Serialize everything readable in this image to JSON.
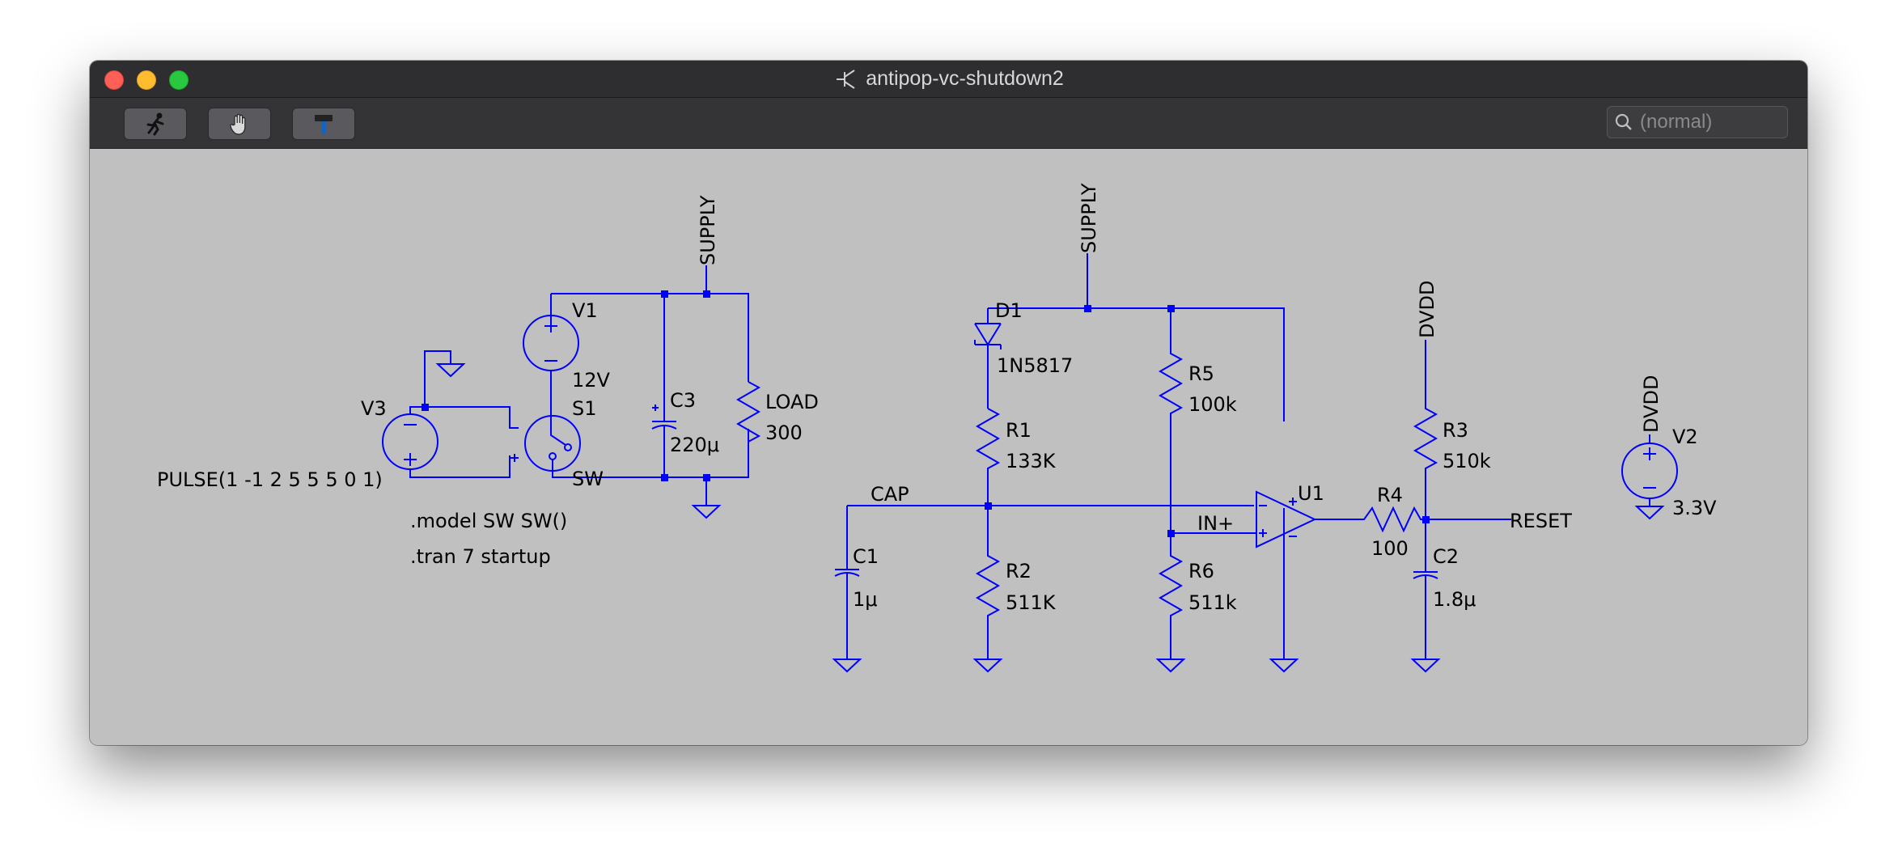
{
  "window": {
    "title": "antipop-vc-shutdown2"
  },
  "toolbar": {
    "buttons": [
      {
        "icon": "run-icon"
      },
      {
        "icon": "hand-icon"
      },
      {
        "icon": "hammer-icon"
      }
    ],
    "search_placeholder": "(normal)"
  },
  "colors": {
    "wire": "#0000ff",
    "canvas": "#c0c0c0"
  },
  "schematic": {
    "nets": {
      "supply1": "SUPPLY",
      "supply2": "SUPPLY",
      "dvdd1": "DVDD",
      "dvdd2": "DVDD",
      "sw": "SW",
      "cap": "CAP",
      "inp": "IN+",
      "reset": "RESET"
    },
    "v1": {
      "name": "V1",
      "value": "12V"
    },
    "v2": {
      "name": "V2",
      "value": "3.3V"
    },
    "v3": {
      "name": "V3",
      "value": "PULSE(1 -1 2 5 5 5 0 1)"
    },
    "s1": {
      "name": "S1"
    },
    "c3": {
      "name": "C3",
      "value": "220μ"
    },
    "load": {
      "name": "LOAD",
      "value": "300"
    },
    "d1": {
      "name": "D1",
      "value": "1N5817"
    },
    "r1": {
      "name": "R1",
      "value": "133K"
    },
    "r2": {
      "name": "R2",
      "value": "511K"
    },
    "c1": {
      "name": "C1",
      "value": "1μ"
    },
    "r5": {
      "name": "R5",
      "value": "100k"
    },
    "r6": {
      "name": "R6",
      "value": "511k"
    },
    "u1": {
      "name": "U1"
    },
    "r4": {
      "name": "R4",
      "value": "100"
    },
    "r3": {
      "name": "R3",
      "value": "510k"
    },
    "c2": {
      "name": "C2",
      "value": "1.8μ"
    },
    "directives": [
      ".model SW SW()",
      ".tran 7 startup"
    ]
  }
}
